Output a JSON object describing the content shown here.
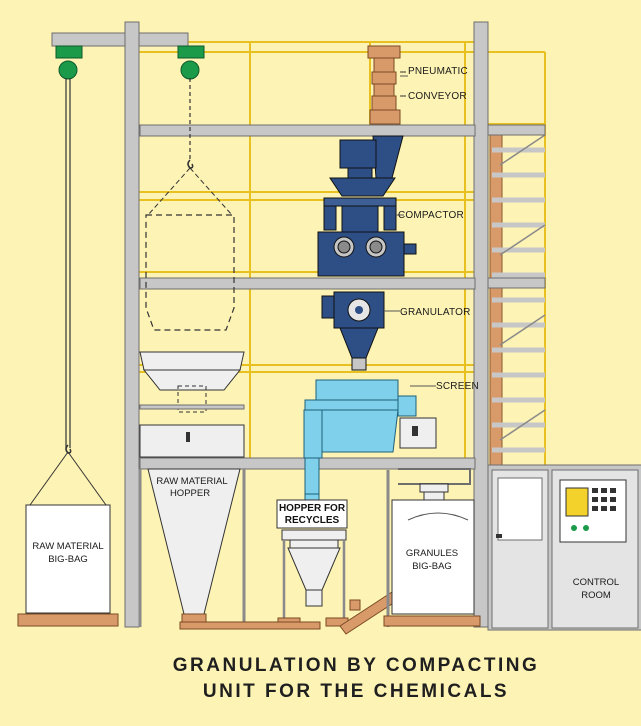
{
  "labels": {
    "pneumatic": "PNEUMATIC",
    "conveyor": "CONVEYOR",
    "compactor": "COMPACTOR",
    "granulator": "GRANULATOR",
    "screen": "SCREEN",
    "raw_hopper_1": "RAW MATERIAL",
    "raw_hopper_2": "HOPPER",
    "recycle_1": "HOPPER FOR",
    "recycle_2": "RECYCLES",
    "raw_bag_1": "RAW MATERIAL",
    "raw_bag_2": "BIG-BAG",
    "gran_bag_1": "GRANULES",
    "gran_bag_2": "BIG-BAG",
    "control_1": "CONTROL",
    "control_2": "ROOM"
  },
  "title": {
    "line1": "GRANULATION BY COMPACTING",
    "line2": "UNIT FOR THE CHEMICALS"
  },
  "colors": {
    "background": "#fdf3b4",
    "frame": "#c7c7c7",
    "yellow_rail": "#e8c020",
    "blue_machine": "#2d4f86",
    "light_blue": "#7fd0ea",
    "copper": "#d99a6a",
    "hoist_green": "#1b9a4a"
  }
}
